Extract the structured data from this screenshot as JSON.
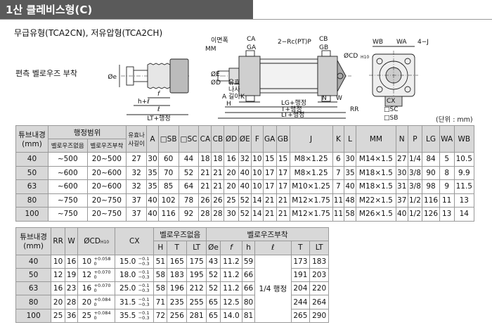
{
  "header": {
    "title": "1산 클레비스형(C)"
  },
  "subtitle": "무급유형(TCA2CN), 저유압형(TCA2CH)",
  "bellows_label": "편측 벨로우즈 부착",
  "unit_note": "(단위 : mm)",
  "diagram_labels": {
    "phi_e": "Øe",
    "h_l": "h+ℓ",
    "f": "f",
    "l": "ℓ",
    "lt_stroke_small": "LT+행정",
    "nameplate": "이면폭",
    "mm": "MM",
    "phi_e2": "ØE",
    "phi_d": "ØD",
    "oil_port": "유효",
    "nasa": "나사",
    "length": "길이",
    "h": "H",
    "a": "A",
    "k": "K",
    "ca": "CA",
    "cb": "CB",
    "ga": "GA",
    "gb": "GB",
    "rc": "2−Rc(PT)P",
    "phi_cd": "ØCD",
    "h10": "H10",
    "n": "N",
    "w": "W",
    "lg": "LG+행정",
    "t_stroke": "T+행정",
    "lt_stroke": "LT+행정",
    "rr": "RR",
    "wb": "WB",
    "wa": "WA",
    "j4": "4−J",
    "cx": "CX",
    "sc": "□SC",
    "sb": "□SB"
  },
  "table1": {
    "h": {
      "bore": "튜브내경",
      "mm": "(mm)",
      "stroke_range": "행정범위",
      "no_bellows": "벨로우즈없음",
      "bellows": "벨로우즈부착",
      "eff_thread": "유효나사길이",
      "A": "A",
      "SB": "□SB",
      "SC": "□SC",
      "CA": "CA",
      "CB": "CB",
      "D": "ØD",
      "E": "ØE",
      "F": "F",
      "GA": "GA",
      "GB": "GB",
      "J": "J",
      "K": "K",
      "L": "L",
      "MM": "MM",
      "N": "N",
      "P": "P",
      "LG": "LG",
      "WA": "WA",
      "WB": "WB"
    },
    "rows": [
      [
        "40",
        "~500",
        "20~500",
        "27",
        "30",
        "60",
        "44",
        "18",
        "18",
        "16",
        "32",
        "10",
        "15",
        "15",
        "M8×1.25",
        "6",
        "30",
        "M14×1.5",
        "27",
        "1/4",
        "84",
        "5",
        "10.5"
      ],
      [
        "50",
        "~600",
        "20~600",
        "32",
        "35",
        "70",
        "52",
        "21",
        "21",
        "20",
        "40",
        "10",
        "17",
        "17",
        "M8×1.25",
        "7",
        "35",
        "M18×1.5",
        "30",
        "3/8",
        "90",
        "8",
        "9.9"
      ],
      [
        "63",
        "~600",
        "20~600",
        "32",
        "35",
        "85",
        "64",
        "21",
        "21",
        "20",
        "40",
        "10",
        "17",
        "17",
        "M10×1.25",
        "7",
        "40",
        "M18×1.5",
        "31",
        "3/8",
        "98",
        "9",
        "11.5"
      ],
      [
        "80",
        "~750",
        "20~750",
        "37",
        "40",
        "102",
        "78",
        "26",
        "26",
        "25",
        "52",
        "14",
        "21",
        "21",
        "M12×1.75",
        "11",
        "48",
        "M22×1.5",
        "37",
        "1/2",
        "116",
        "11",
        "13"
      ],
      [
        "100",
        "~750",
        "20~750",
        "37",
        "40",
        "116",
        "92",
        "28",
        "28",
        "30",
        "52",
        "14",
        "21",
        "21",
        "M12×1.75",
        "11",
        "58",
        "M26×1.5",
        "40",
        "1/2",
        "126",
        "13",
        "14"
      ]
    ]
  },
  "table2": {
    "h": {
      "bore": "튜브내경",
      "mm": "(mm)",
      "RR": "RR",
      "W": "W",
      "CD": "ØCD",
      "CD_sub": "H10",
      "CX": "CX",
      "no_bellows": "벨로우즈없음",
      "bellows": "벨로우즈부착",
      "H": "H",
      "T": "T",
      "LT": "LT",
      "e": "Øe",
      "f": "f",
      "hh": "h",
      "l": "ℓ",
      "T2": "T",
      "LT2": "LT"
    },
    "l_value": "1/4 행정",
    "rows": [
      {
        "bore": "40",
        "RR": "10",
        "W": "16",
        "CD": "10",
        "CD_up": "+0.058",
        "CD_lo": "0",
        "CX": "15.0",
        "CX_up": "−0.1",
        "CX_lo": "−0.3",
        "H": "51",
        "T": "165",
        "LT": "175",
        "e": "43",
        "f": "11.2",
        "h": "59",
        "T2": "173",
        "LT2": "183"
      },
      {
        "bore": "50",
        "RR": "12",
        "W": "19",
        "CD": "12",
        "CD_up": "+0.070",
        "CD_lo": "0",
        "CX": "18.0",
        "CX_up": "−0.1",
        "CX_lo": "−0.3",
        "H": "58",
        "T": "183",
        "LT": "195",
        "e": "52",
        "f": "11.2",
        "h": "66",
        "T2": "191",
        "LT2": "203"
      },
      {
        "bore": "63",
        "RR": "16",
        "W": "23",
        "CD": "16",
        "CD_up": "+0.070",
        "CD_lo": "0",
        "CX": "25.0",
        "CX_up": "−0.1",
        "CX_lo": "−0.3",
        "H": "58",
        "T": "196",
        "LT": "212",
        "e": "52",
        "f": "11.2",
        "h": "66",
        "T2": "204",
        "LT2": "220"
      },
      {
        "bore": "80",
        "RR": "20",
        "W": "28",
        "CD": "20",
        "CD_up": "+0.084",
        "CD_lo": "0",
        "CX": "31.5",
        "CX_up": "−0.1",
        "CX_lo": "−0.3",
        "H": "71",
        "T": "235",
        "LT": "255",
        "e": "65",
        "f": "12.5",
        "h": "80",
        "T2": "244",
        "LT2": "264"
      },
      {
        "bore": "100",
        "RR": "25",
        "W": "36",
        "CD": "25",
        "CD_up": "+0.084",
        "CD_lo": "0",
        "CX": "35.5",
        "CX_up": "−0.1",
        "CX_lo": "−0.3",
        "H": "72",
        "T": "256",
        "LT": "281",
        "e": "65",
        "f": "14.0",
        "h": "81",
        "T2": "265",
        "LT2": "290"
      }
    ]
  }
}
